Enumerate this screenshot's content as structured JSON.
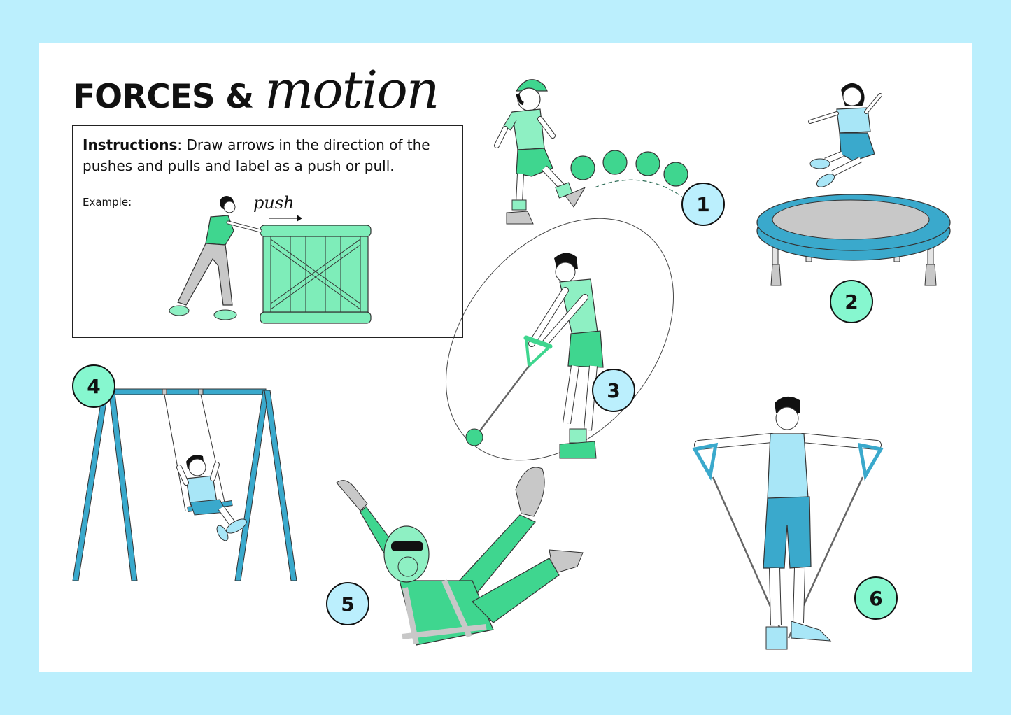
{
  "page": {
    "background_color": "#bbeffd",
    "sheet_color": "#ffffff"
  },
  "title": {
    "part1": "FORCES &",
    "part2": "motion"
  },
  "instructions": {
    "heading": "Instructions",
    "body": ": Draw arrows in the direction of the pushes and pulls and label as a push or pull.",
    "example_label": "Example:",
    "example_arrow_label": "push",
    "example_scene": "person-pushing-crate"
  },
  "colors": {
    "blue_badge": "#bbeffd",
    "green_badge": "#86f7cf",
    "green_fill": "#3fd68f",
    "light_green_fill": "#8ef0c3",
    "teal_blue": "#3aa9cc",
    "light_blue": "#a8e6f7",
    "gray": "#c8c8c8"
  },
  "activities": [
    {
      "number": "1",
      "scene": "boy-kicking-ball",
      "badge_color": "blue"
    },
    {
      "number": "2",
      "scene": "girl-jumping-on-trampoline",
      "badge_color": "green"
    },
    {
      "number": "3",
      "scene": "man-swinging-hammer-throw",
      "badge_color": "blue"
    },
    {
      "number": "4",
      "scene": "boy-on-swing-set",
      "badge_color": "green"
    },
    {
      "number": "5",
      "scene": "skydiver-free-falling",
      "badge_color": "blue"
    },
    {
      "number": "6",
      "scene": "man-pulling-resistance-bands",
      "badge_color": "green"
    }
  ]
}
